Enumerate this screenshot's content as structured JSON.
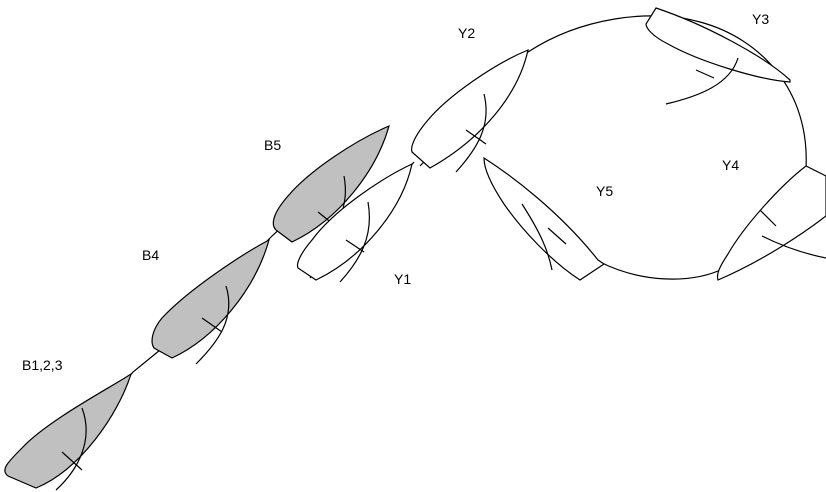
{
  "labels": {
    "y1": "Y1",
    "y2": "Y2",
    "y3": "Y3",
    "y4": "Y4",
    "y5": "Y5",
    "b5": "B5",
    "b4": "B4",
    "b123": "B1,2,3"
  },
  "colors": {
    "blue_boats_fill": "#c0c0c0",
    "yellow_boats_fill": "#ffffff",
    "stroke": "#000000",
    "background": "#ffffff"
  }
}
